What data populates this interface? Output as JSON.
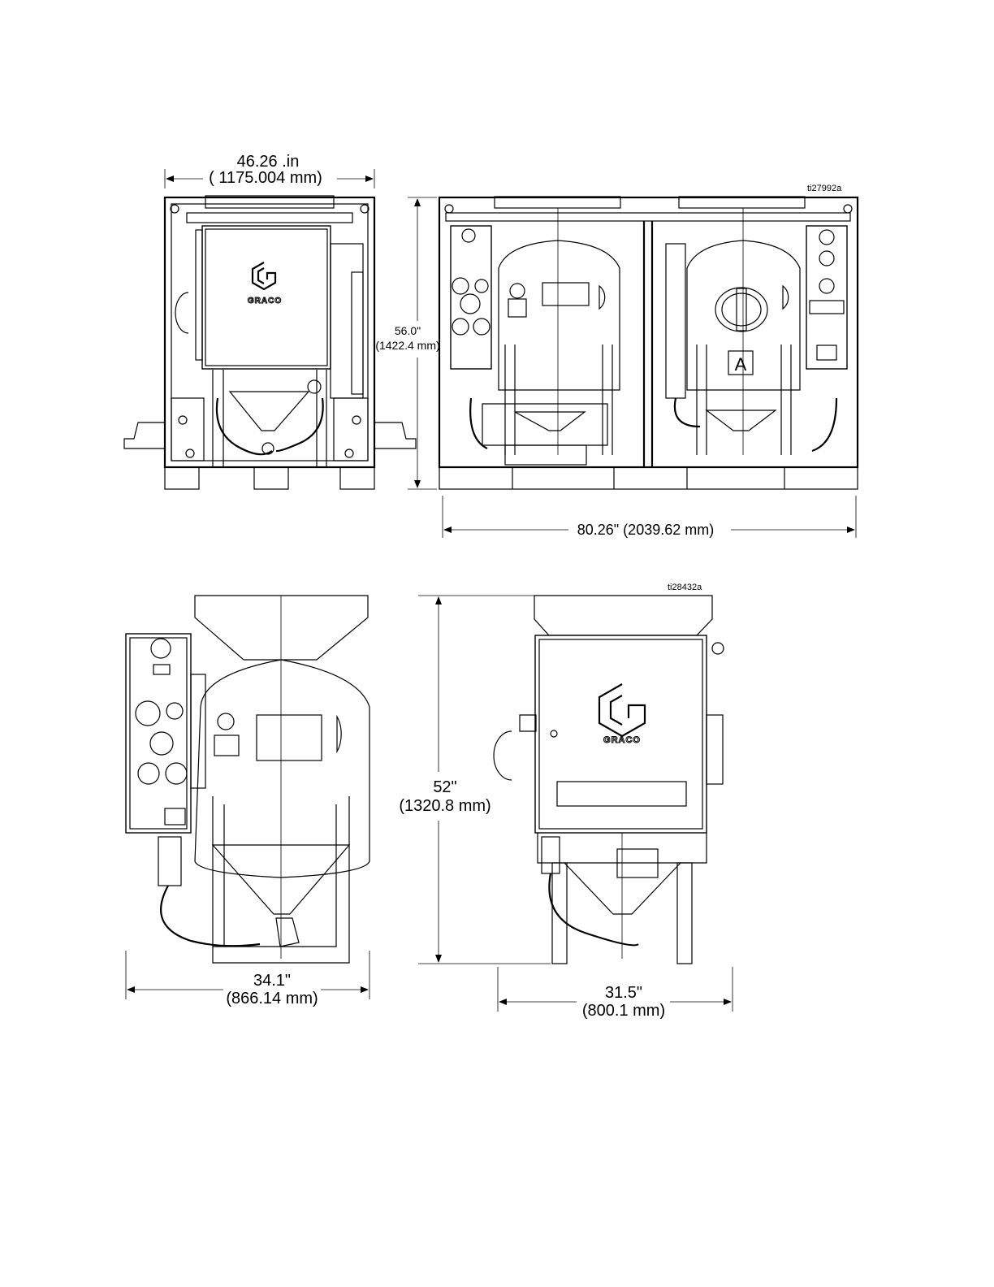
{
  "views": {
    "front": {
      "width_dim": {
        "line1": "46.26 .in",
        "line2": "( 1175.004 mm)"
      },
      "brand": "GRACO"
    },
    "side_top": {
      "ref": "ti27992a",
      "height_dim": {
        "line1": "56.0\"",
        "line2": "(1422.4 mm)"
      },
      "width_dim": "80.26\" (2039.62 mm)",
      "tank_label": "A"
    },
    "side_bottom": {
      "width_dim": {
        "line1": "34.1\"",
        "line2": "(866.14 mm)"
      }
    },
    "rear_bottom": {
      "ref": "ti28432a",
      "height_dim": {
        "line1": "52\"",
        "line2": "(1320.8 mm)"
      },
      "width_dim": {
        "line1": "31.5\"",
        "line2": "(800.1 mm)"
      },
      "brand": "GRACO"
    }
  }
}
